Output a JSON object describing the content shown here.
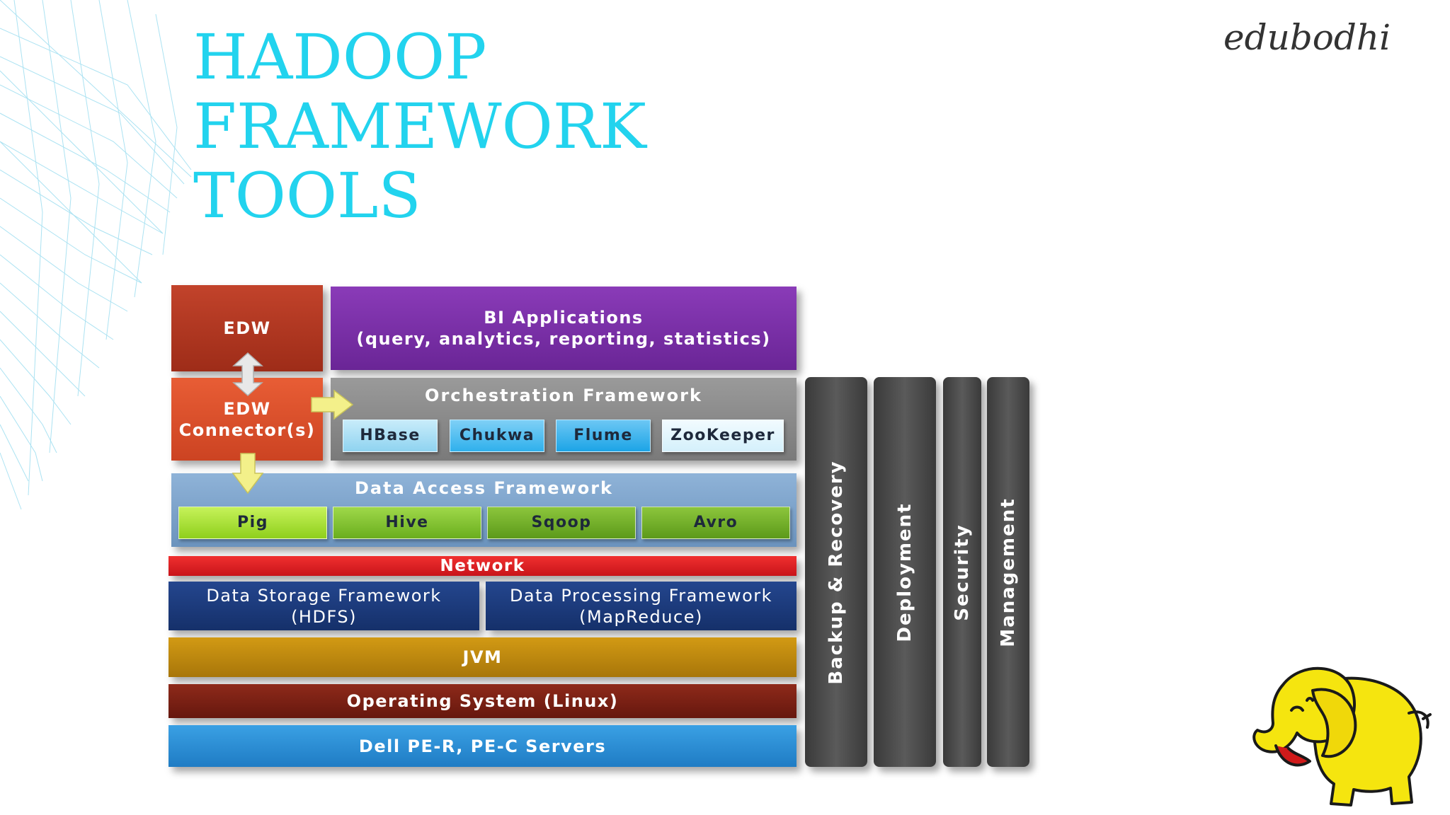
{
  "slide": {
    "title_line1": "HADOOP FRAMEWORK",
    "title_line2": "TOOLS",
    "brand": "edubodhi"
  },
  "diagram": {
    "edw": "EDW",
    "edw_connector_line1": "EDW",
    "edw_connector_line2": "Connector(s)",
    "bi_title": "BI Applications",
    "bi_subtitle": "(query, analytics, reporting, statistics)",
    "orchestration": {
      "title": "Orchestration Framework",
      "tools": [
        "HBase",
        "Chukwa",
        "Flume",
        "ZooKeeper"
      ]
    },
    "data_access": {
      "title": "Data Access Framework",
      "tools": [
        "Pig",
        "Hive",
        "Sqoop",
        "Avro"
      ]
    },
    "network": "Network",
    "storage_line1": "Data Storage Framework",
    "storage_line2": "(HDFS)",
    "processing_line1": "Data Processing Framework",
    "processing_line2": "(MapReduce)",
    "jvm": "JVM",
    "os": "Operating System (Linux)",
    "servers": "Dell PE-R, PE-C Servers",
    "side_bars": [
      "Backup & Recovery",
      "Deployment",
      "Security",
      "Management"
    ]
  },
  "colors": {
    "title": "#22d3ee",
    "edw": "#b5341f",
    "edw_connector": "#e0502c",
    "bi": "#7b2fa8",
    "orchestration": "#8a8a8a",
    "data_access": "#7ea3c9",
    "network": "#e31b23",
    "storage": "#1e3a7a",
    "jvm": "#c08a0c",
    "os": "#7a1f14",
    "servers": "#2b8fd6",
    "side_bars": "#444444",
    "mascot": "#f5e50f"
  }
}
